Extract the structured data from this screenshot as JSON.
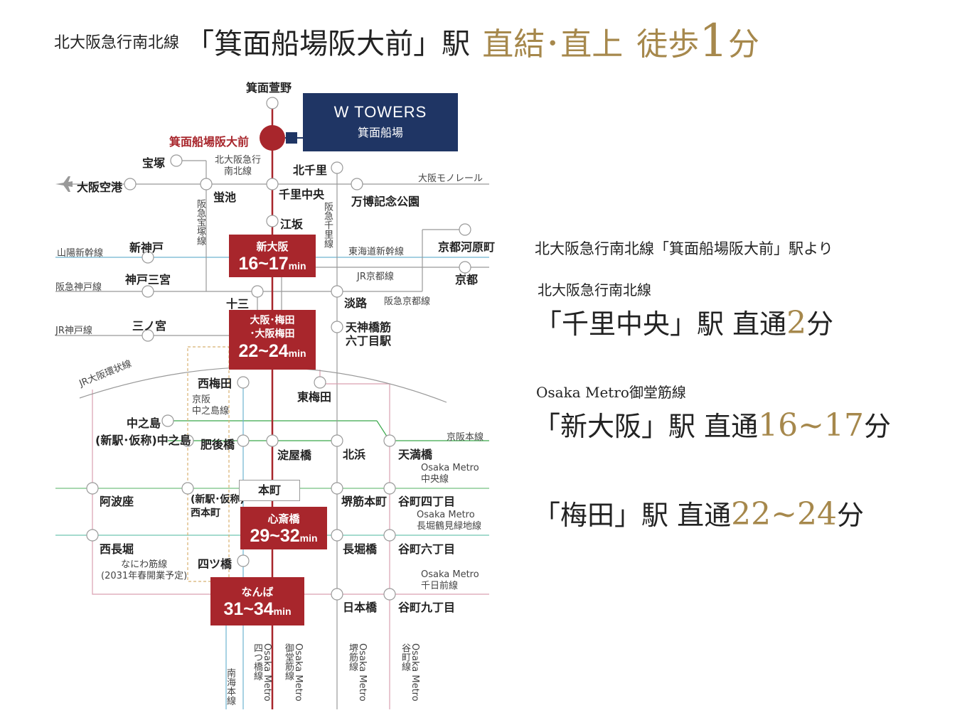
{
  "header": {
    "line": "北大阪急行南北線",
    "station": "「箕面船場阪大前」駅",
    "direct": "直結･直上",
    "walk_pre": "徒歩",
    "walk_num": "1",
    "walk_unit": "分"
  },
  "wtowers": {
    "name": "W TOWERS",
    "sub": "箕面船場"
  },
  "colors": {
    "accent_red": "#a8262c",
    "navy": "#1f3564",
    "gold": "#a6884c"
  },
  "map": {
    "home_station": "箕面船場阪大前",
    "stations": {
      "minoh_kayano": "箕面萱野",
      "takarazuka": "宝塚",
      "osaka_airport": "大阪空港",
      "hotarugaike": "蛍池",
      "kitasenri": "北千里",
      "senri_chuo": "千里中央",
      "banpaku": "万博記念公園",
      "esaka": "江坂",
      "shinkobe": "新神戸",
      "kobe_sannomiya": "神戸三宮",
      "juso": "十三",
      "kyoto_kawaramachi": "京都河原町",
      "kyoto": "京都",
      "awaji": "淡路",
      "sannomiya": "三ノ宮",
      "tenjinbashi": "天神橋筋\n六丁目駅",
      "nishiumeda": "西梅田",
      "higashiumeda": "東梅田",
      "nakanoshima": "中之島",
      "new_nakanoshima": "(新駅･仮称)中之島",
      "higobashi": "肥後橋",
      "yodoyabashi": "淀屋橋",
      "kitahama": "北浜",
      "tenmabashi": "天満橋",
      "awaza": "阿波座",
      "new_nishihonmachi": "(新駅･仮称)\n西本町",
      "honmachi": "本町",
      "sakaisuji_honmachi": "堺筋本町",
      "tanimachi4": "谷町四丁目",
      "nishinagahori": "西長堀",
      "nagahoribashi": "長堀橋",
      "tanimachi6": "谷町六丁目",
      "yotsubashi": "四ツ橋",
      "nipponbashi": "日本橋",
      "tanimachi9": "谷町九丁目"
    },
    "lines": {
      "kitakyu": "北大阪急行\n南北線",
      "monorail": "大阪モノレール",
      "hankyu_takarazuka": "阪急宝塚線",
      "hankyu_senri": "阪急千里線",
      "sanyo_shinkansen": "山陽新幹線",
      "tokaido_shinkansen": "東海道新幹線",
      "jr_kyoto": "JR京都線",
      "hankyu_kobe": "阪急神戸線",
      "hankyu_kyoto": "阪急京都線",
      "jr_kobe": "JR神戸線",
      "jr_loop": "JR大阪環状線",
      "keihan_nakanoshima": "京阪\n中之島線",
      "keihan_main": "京阪本線",
      "metro_chuo": "Osaka Metro\n中央線",
      "metro_nagahori": "Osaka Metro\n長堀鶴見緑地線",
      "naniwa": "なにわ筋線\n(2031年春開業予定)",
      "metro_sennichimae": "Osaka Metro\n千日前線",
      "nankai": "南海本線",
      "metro_yotsubashi": "Osaka Metro四つ橋線",
      "metro_midosuji": "Osaka Metro御堂筋線",
      "metro_sakaisuji": "Osaka Metro堺筋線",
      "metro_tanimachi": "Osaka Metro谷町線"
    },
    "time_boxes": {
      "shinosaka": {
        "name": "新大阪",
        "time": "16~17",
        "unit": "min"
      },
      "umeda": {
        "name": "大阪･梅田\n･大阪梅田",
        "time": "22~24",
        "unit": "min"
      },
      "shinsaibashi": {
        "name": "心斎橋",
        "time": "29~32",
        "unit": "min"
      },
      "namba": {
        "name": "なんば",
        "time": "31~34",
        "unit": "min"
      }
    }
  },
  "right_panel": {
    "intro": "北大阪急行南北線「箕面船場阪大前」駅より",
    "routes": [
      {
        "line": "北大阪急行南北線",
        "dest": "「千里中央」駅",
        "via": "直通",
        "time": "2",
        "unit": "分"
      },
      {
        "line": "Osaka Metro御堂筋線",
        "dest": "「新大阪」駅",
        "via": "直通",
        "time": "16~17",
        "unit": "分"
      },
      {
        "line": "",
        "dest": "「梅田」駅",
        "via": "直通",
        "time": "22~24",
        "unit": "分"
      }
    ]
  }
}
